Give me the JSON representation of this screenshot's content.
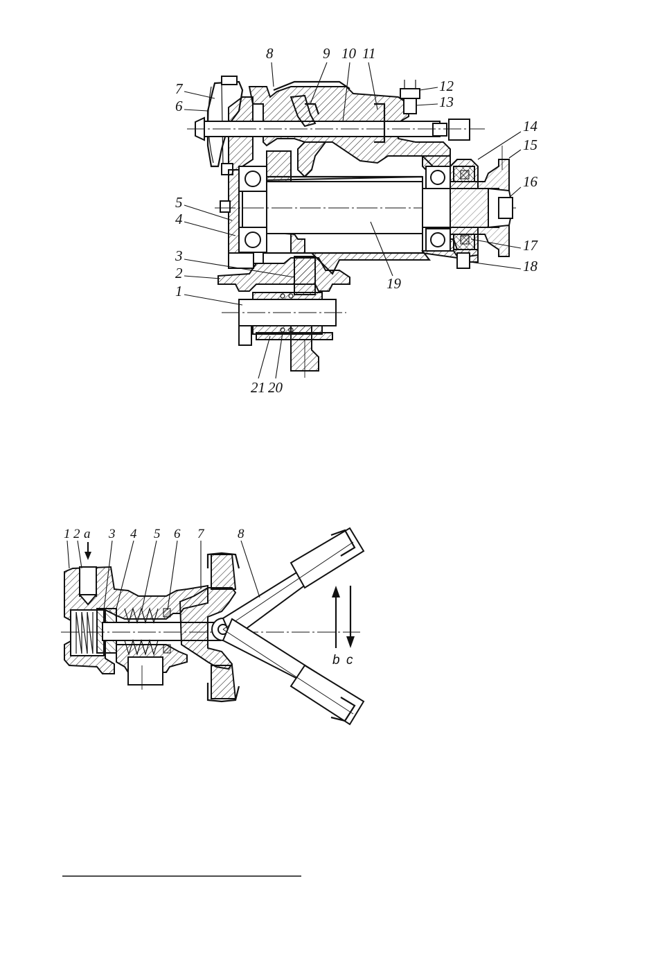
{
  "diagram_top": {
    "labels": [
      {
        "id": "1",
        "text": "1"
      },
      {
        "id": "2",
        "text": "2"
      },
      {
        "id": "3",
        "text": "3"
      },
      {
        "id": "4",
        "text": "4"
      },
      {
        "id": "5",
        "text": "5"
      },
      {
        "id": "6",
        "text": "6"
      },
      {
        "id": "7",
        "text": "7"
      },
      {
        "id": "8",
        "text": "8"
      },
      {
        "id": "9",
        "text": "9"
      },
      {
        "id": "10",
        "text": "10"
      },
      {
        "id": "11",
        "text": "11"
      },
      {
        "id": "12",
        "text": "12"
      },
      {
        "id": "13",
        "text": "13"
      },
      {
        "id": "14",
        "text": "14"
      },
      {
        "id": "15",
        "text": "15"
      },
      {
        "id": "16",
        "text": "16"
      },
      {
        "id": "17",
        "text": "17"
      },
      {
        "id": "18",
        "text": "18"
      },
      {
        "id": "19",
        "text": "19"
      },
      {
        "id": "20",
        "text": "20"
      },
      {
        "id": "21",
        "text": "21"
      }
    ]
  },
  "diagram_bottom": {
    "labels": [
      {
        "id": "1",
        "text": "1"
      },
      {
        "id": "2",
        "text": "2"
      },
      {
        "id": "a",
        "text": "a"
      },
      {
        "id": "3",
        "text": "3"
      },
      {
        "id": "4",
        "text": "4"
      },
      {
        "id": "5",
        "text": "5"
      },
      {
        "id": "6",
        "text": "6"
      },
      {
        "id": "7",
        "text": "7"
      },
      {
        "id": "8",
        "text": "8"
      }
    ],
    "arrows": [
      {
        "id": "b",
        "text": "b"
      },
      {
        "id": "c",
        "text": "c"
      }
    ]
  }
}
